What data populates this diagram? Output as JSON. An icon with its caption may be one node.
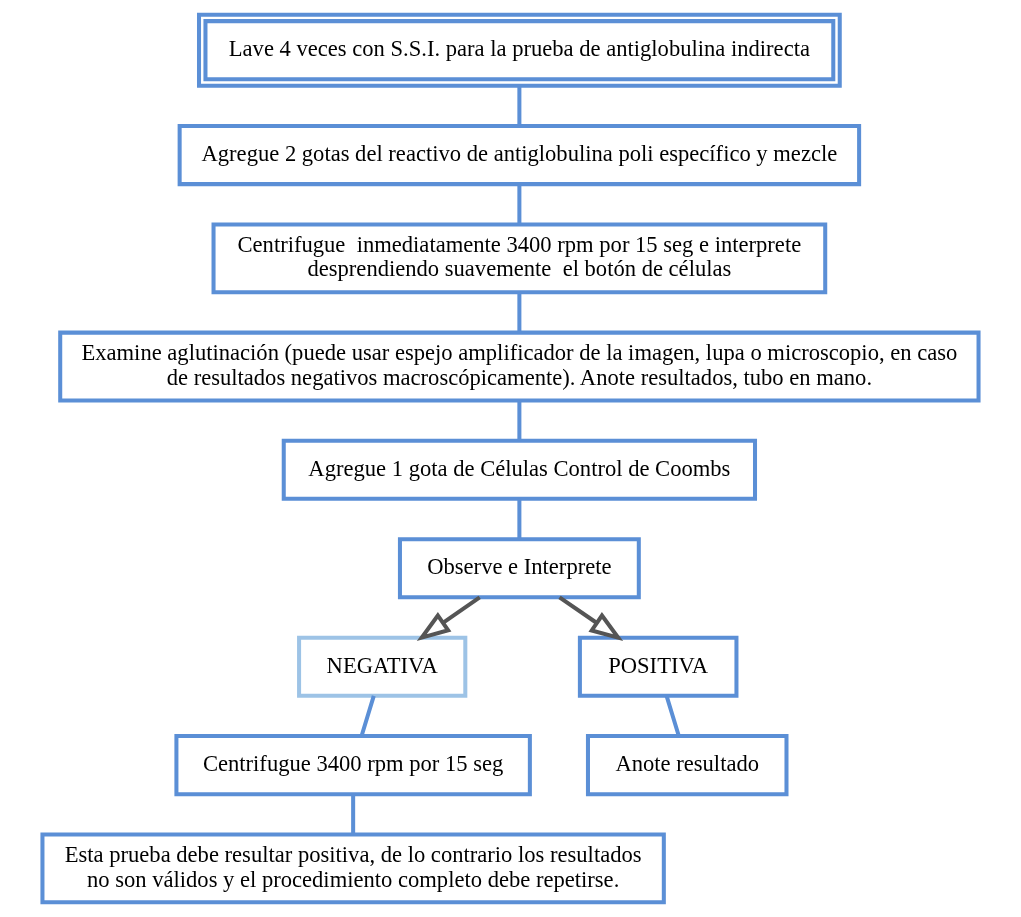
{
  "diagram": {
    "nodes": [
      {
        "text": [
          "Lave 4 veces con S.S.I. para la prueba de antiglobulina indirecta"
        ]
      },
      {
        "text": [
          "Agregue 2 gotas del reactivo de antiglobulina poli específico y mezcle"
        ]
      },
      {
        "text": [
          "Centrifugue  inmediatamente 3400 rpm por 15 seg e interprete desprendiendo suavemente  el botón de células"
        ]
      },
      {
        "text": [
          "Examine aglutinación (puede usar espejo amplificador de la imagen, lupa o microscopio, en caso de resultados negativos macroscópicamente). Anote resultados, tubo en mano."
        ]
      },
      {
        "text": [
          "Agregue 1 gota de Células Control de Coombs"
        ]
      },
      {
        "text": [
          "Observe e Interprete"
        ]
      },
      {
        "text": [
          "NEGATIVA"
        ]
      },
      {
        "text": [
          "POSITIVA"
        ]
      },
      {
        "text": [
          "Centrifugue 3400 rpm por 15 seg"
        ]
      },
      {
        "text": [
          "Anote resultado"
        ]
      },
      {
        "text": [
          "Esta prueba debe resultar positiva, de lo contrario los resultados no son válidos y el procedimiento completo debe repetirse."
        ]
      }
    ],
    "edges": [
      {
        "from": 0,
        "to": 1,
        "arrow": "none"
      },
      {
        "from": 1,
        "to": 2,
        "arrow": "none"
      },
      {
        "from": 2,
        "to": 3,
        "arrow": "none"
      },
      {
        "from": 3,
        "to": 4,
        "arrow": "none"
      },
      {
        "from": 4,
        "to": 5,
        "arrow": "none"
      },
      {
        "from": 5,
        "to": 6,
        "arrow": "to",
        "color": "#555555"
      },
      {
        "from": 5,
        "to": 7,
        "arrow": "to",
        "color": "#555555"
      },
      {
        "from": 6,
        "to": 8,
        "arrow": "none"
      },
      {
        "from": 7,
        "to": 9,
        "arrow": "none"
      },
      {
        "from": 8,
        "to": 10,
        "arrow": "none"
      }
    ]
  }
}
